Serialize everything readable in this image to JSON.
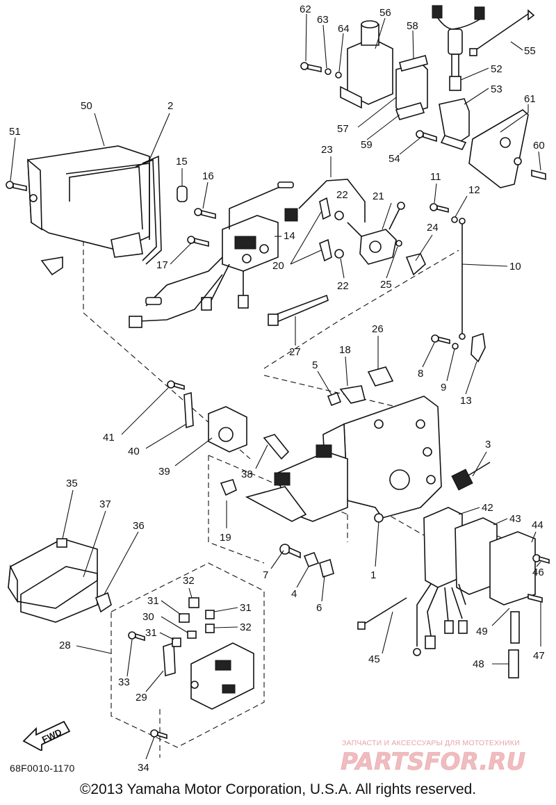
{
  "drawing_code": "68F0010-1170",
  "copyright": "©2013 Yamaha Motor Corporation, U.S.A. All rights reserved.",
  "fwd_label": "FWD",
  "watermark": {
    "top_text": "ЗАПЧАСТИ И АКСЕССУАРЫ ДЛЯ МОТОТЕХНИКИ",
    "logo_text": "PARTSFOR.RU"
  },
  "colors": {
    "line": "#111111",
    "watermark": "#e6a3a8"
  },
  "callouts": [
    "62",
    "63",
    "64",
    "56",
    "58",
    "55",
    "52",
    "53",
    "61",
    "60",
    "54",
    "59",
    "57",
    "50",
    "2",
    "51",
    "15",
    "16",
    "23",
    "22",
    "21",
    "14",
    "11",
    "12",
    "17",
    "20",
    "22",
    "25",
    "24",
    "10",
    "27",
    "26",
    "18",
    "5",
    "8",
    "9",
    "13",
    "41",
    "40",
    "39",
    "38",
    "3",
    "42",
    "43",
    "44",
    "35",
    "37",
    "36",
    "19",
    "1",
    "7",
    "4",
    "6",
    "46",
    "49",
    "47",
    "32",
    "31",
    "31",
    "30",
    "31",
    "32",
    "28",
    "33",
    "29",
    "45",
    "48",
    "34"
  ]
}
